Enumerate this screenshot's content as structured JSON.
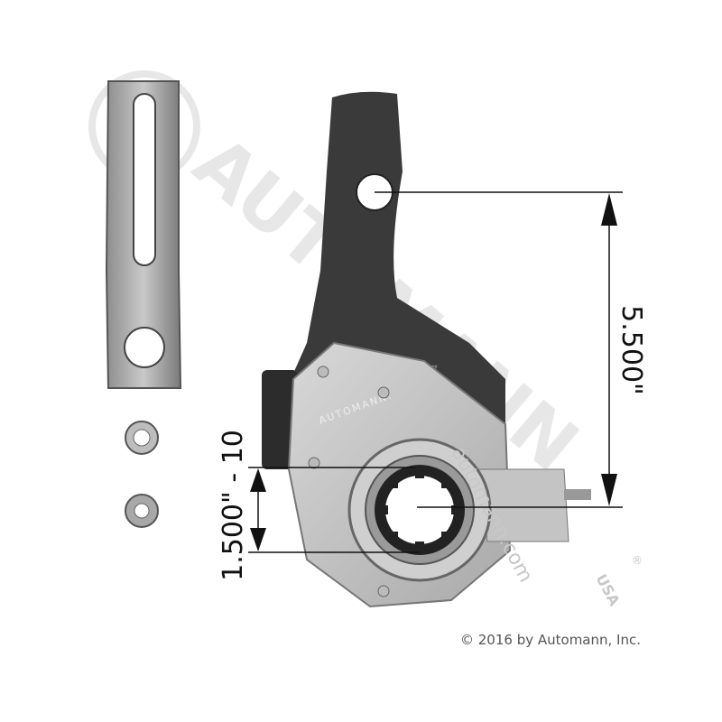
{
  "product": {
    "plate_marking": "AUTOMANN.",
    "arm_marking": "ZO.LT"
  },
  "dimensions": {
    "arm_length": "5.500\"",
    "spline": "1.500\" - 10"
  },
  "watermark": {
    "brand": "AUTOMANN",
    "region": "USA",
    "registered": "®",
    "website": "automann.com",
    "color": "#c8c8c8"
  },
  "copyright": "© 2016 by Automann, Inc."
}
